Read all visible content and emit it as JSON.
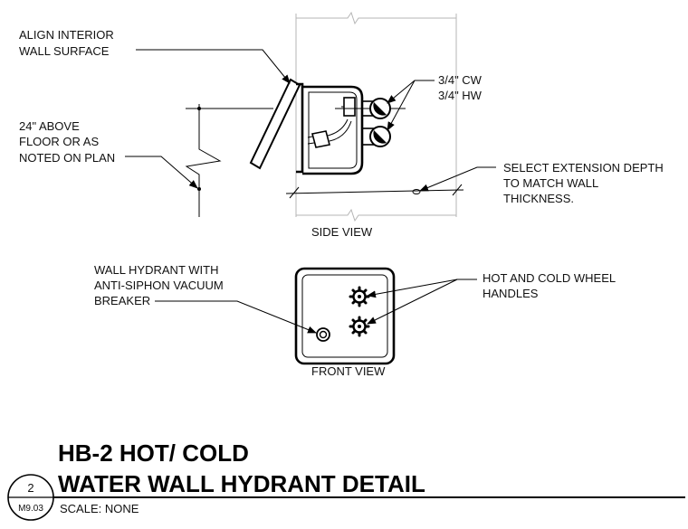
{
  "labels": {
    "align_1": "ALIGN INTERIOR",
    "align_2": "WALL SURFACE",
    "height_1": "24\" ABOVE",
    "height_2": "FLOOR OR AS",
    "height_3": "NOTED ON PLAN",
    "cw": "3/4\" CW",
    "hw": "3/4\" HW",
    "ext_1": "SELECT EXTENSION DEPTH",
    "ext_2": "TO MATCH WALL",
    "ext_3": "THICKNESS.",
    "side_view": "SIDE VIEW",
    "hydrant_1": "WALL HYDRANT WITH",
    "hydrant_2": "ANTI-SIPHON VACUUM",
    "hydrant_3": "BREAKER",
    "wheel_1": "HOT AND COLD WHEEL",
    "wheel_2": "HANDLES",
    "front_view": "FRONT VIEW"
  },
  "title_block": {
    "line1": "HB-2 HOT/ COLD",
    "line2": "WATER  WALL HYDRANT DETAIL",
    "scale": "SCALE: NONE",
    "detail_number": "2",
    "sheet_number": "M9.03"
  }
}
